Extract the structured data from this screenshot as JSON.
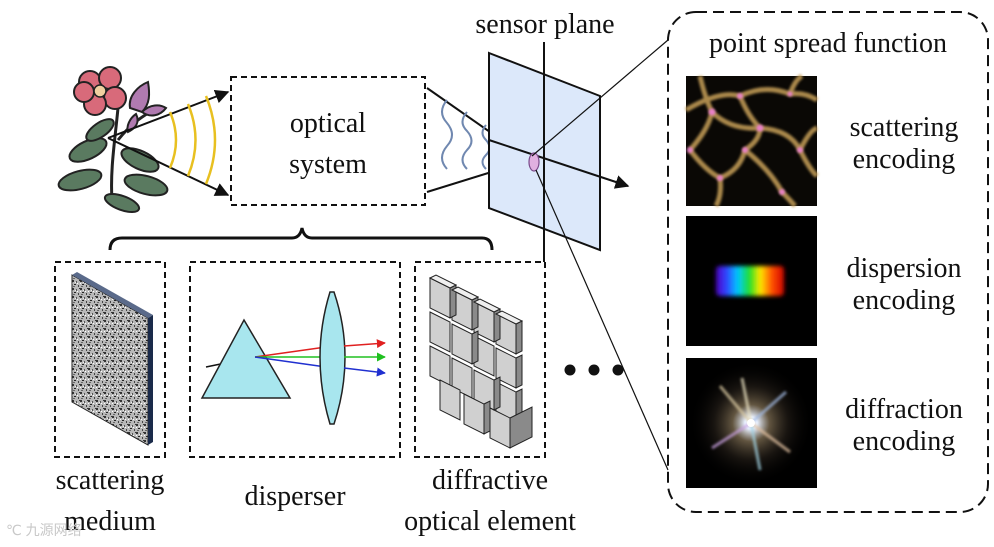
{
  "labels": {
    "sensor_plane": "sensor plane",
    "optical_system_line1": "optical",
    "optical_system_line2": "system",
    "psf_title": "point spread function",
    "scattering_encoding_line1": "scattering",
    "scattering_encoding_line2": "encoding",
    "dispersion_encoding_line1": "dispersion",
    "dispersion_encoding_line2": "encoding",
    "diffraction_encoding_line1": "diffraction",
    "diffraction_encoding_line2": "encoding",
    "scattering_medium_line1": "scattering",
    "scattering_medium_line2": "medium",
    "disperser": "disperser",
    "doe_line1": "diffractive",
    "doe_line2": "optical element"
  },
  "watermark": "℃ 九源网络",
  "colors": {
    "sensor_fill": "#dce8fa",
    "prism_fill": "#a8e6ee",
    "wavefront_wave": "#7088b0",
    "wavefront_arc": "#e8c020",
    "ray_red": "#e02020",
    "ray_green": "#20c020",
    "ray_blue": "#2030d0"
  }
}
